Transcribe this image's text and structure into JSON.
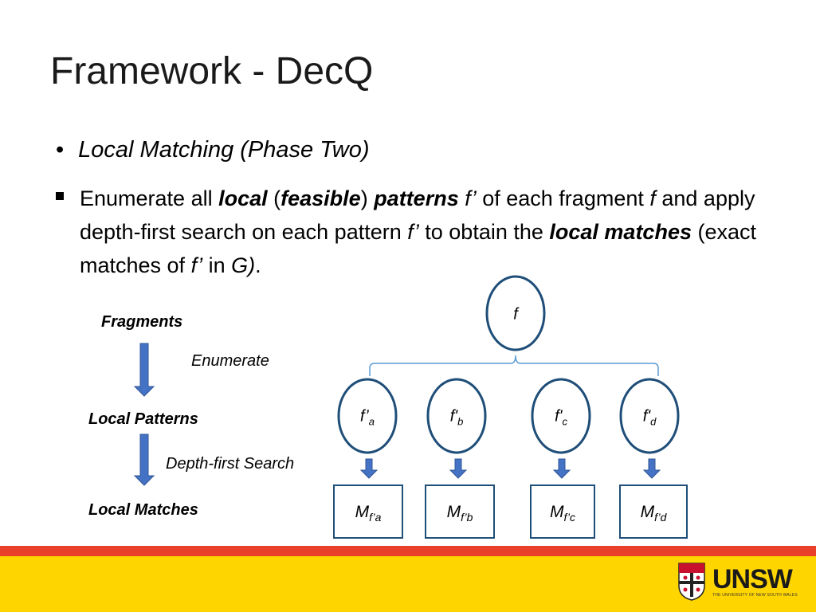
{
  "slide": {
    "title": "Framework - DecQ",
    "bullet1": "Local Matching (Phase Two)",
    "bullet_symbol": "•",
    "para": {
      "p1": "Enumerate all ",
      "p2": "local",
      "p3": " (",
      "p4": "feasible",
      "p5": ") ",
      "p6": "patterns",
      "p7": " f’",
      "p8": " of each fragment ",
      "p9": "f",
      "p10": " and apply depth-first search on each pattern ",
      "p11": "f’",
      "p12": " to obtain the ",
      "p13": "local matches",
      "p14": " (exact matches of ",
      "p15": "f’",
      "p16": " in ",
      "p17": "G)",
      "p18": "."
    }
  },
  "left_labels": {
    "fragments": "Fragments",
    "enumerate": "Enumerate",
    "local_patterns": "Local Patterns",
    "dfs": "Depth-first Search",
    "local_matches": "Local Matches"
  },
  "tree": {
    "root": "f",
    "children": [
      {
        "base": "f’",
        "sub": "a",
        "match_base": "M",
        "match_sub": "f’a"
      },
      {
        "base": "f'",
        "sub": "b",
        "match_base": "M",
        "match_sub": "f’b"
      },
      {
        "base": "f'",
        "sub": "c",
        "match_base": "M",
        "match_sub": "f’c"
      },
      {
        "base": "f'",
        "sub": "d",
        "match_base": "M",
        "match_sub": "f’d"
      }
    ]
  },
  "colors": {
    "node_stroke": "#1f4e79",
    "arrow_fill": "#4472c4",
    "brace": "#5b9bd5",
    "red_band": "#e8402b",
    "yellow_band": "#ffd500"
  },
  "footer": {
    "logo_text": "UNSW",
    "logo_subtext": "THE UNIVERSITY OF NEW SOUTH WALES"
  }
}
